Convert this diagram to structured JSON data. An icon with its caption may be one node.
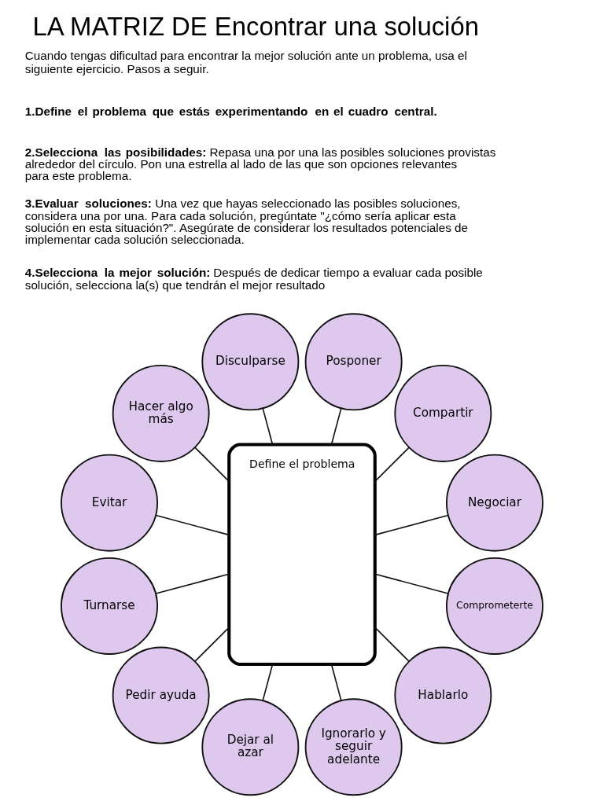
{
  "diagram": {
    "title": "LA MATRIZ DE Encontrar una solución",
    "nodes": [
      {
        "text": [
          "Define el problema"
        ]
      },
      {
        "text": [
          "Disculparse"
        ]
      },
      {
        "text": [
          "Posponer"
        ]
      },
      {
        "text": [
          "Compartir"
        ]
      },
      {
        "text": [
          "Negociar"
        ]
      },
      {
        "text": [
          "Comprometerte"
        ]
      },
      {
        "text": [
          "Hablarlo"
        ]
      },
      {
        "text": [
          "Ignorarlo y seguir adelante"
        ]
      },
      {
        "text": [
          "Dejar al azar"
        ]
      },
      {
        "text": [
          "Pedir ayuda"
        ]
      },
      {
        "text": [
          "Turnarse"
        ]
      },
      {
        "text": [
          "Evitar"
        ]
      },
      {
        "text": [
          "Hacer algo más"
        ]
      }
    ],
    "edges": [
      {
        "from": 0,
        "to": 1,
        "arrow": "none"
      },
      {
        "from": 0,
        "to": 2,
        "arrow": "none"
      },
      {
        "from": 0,
        "to": 3,
        "arrow": "none"
      },
      {
        "from": 0,
        "to": 4,
        "arrow": "none"
      },
      {
        "from": 0,
        "to": 5,
        "arrow": "none"
      },
      {
        "from": 0,
        "to": 6,
        "arrow": "none"
      },
      {
        "from": 0,
        "to": 7,
        "arrow": "none"
      },
      {
        "from": 0,
        "to": 8,
        "arrow": "none"
      },
      {
        "from": 0,
        "to": 9,
        "arrow": "none"
      },
      {
        "from": 0,
        "to": 10,
        "arrow": "none"
      },
      {
        "from": 0,
        "to": 11,
        "arrow": "none"
      },
      {
        "from": 0,
        "to": 12,
        "arrow": "none"
      }
    ],
    "labels": [
      "Cuando tengas dificultad para encontrar la mejor solución ante un problema, usa el siguiente ejercicio. Pasos a seguir.",
      "1.Define el problema que estás experimentando en el cuadro central.",
      "**2.Selecciona las posibilidades:** Repasa una por una las posibles soluciones provistas alrededor del círculo. Pon una estrella al lado de las que son opciones relevantes para este problema.",
      "**3.Evaluar soluciones:** Una vez que hayas seleccionado las posibles soluciones, considera una por una. Para cada solución, pregúntate \"¿cómo sería aplicar esta solución en esta situación?\". Asegúrate de considerar los resultados potenciales de implementar cada solución seleccionada.",
      "**4.Selecciona la mejor solución:** Después de dedicar tiempo a evaluar cada posible solución, selecciona la(s) que tendrán el mejor resultado"
    ]
  }
}
